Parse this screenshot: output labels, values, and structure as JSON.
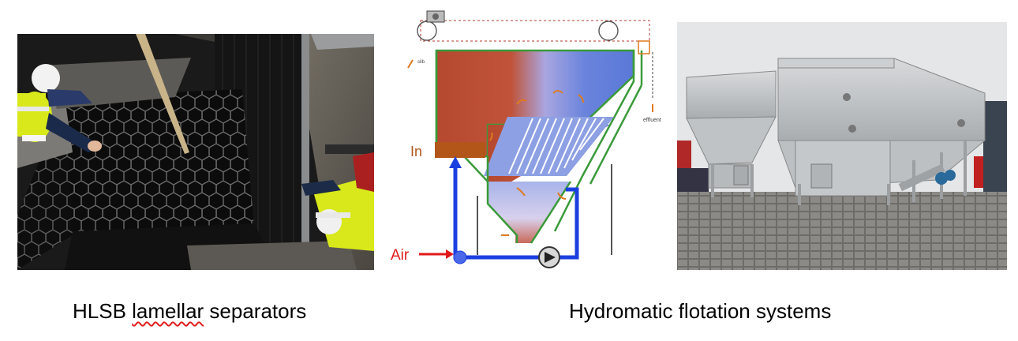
{
  "captions": {
    "left_word1": "HLSB",
    "left_word2": "lamellar",
    "left_word3": "separators",
    "right": "Hydromatic flotation systems"
  },
  "diagram": {
    "in_label": "In",
    "air_label": "Air",
    "effluent_label": "effluent",
    "slib_label": "slib"
  },
  "colors": {
    "sludge_red": "#b5492f",
    "water_blue": "#5a78d8",
    "air_line_blue": "#1c3fe0",
    "air_arrow_red": "#e01818",
    "inlet_brown": "#b2561a",
    "tank_green": "#3a9a3a",
    "hivis_yellow": "#d8e81a",
    "steel_grey": "#b8bcbf"
  }
}
